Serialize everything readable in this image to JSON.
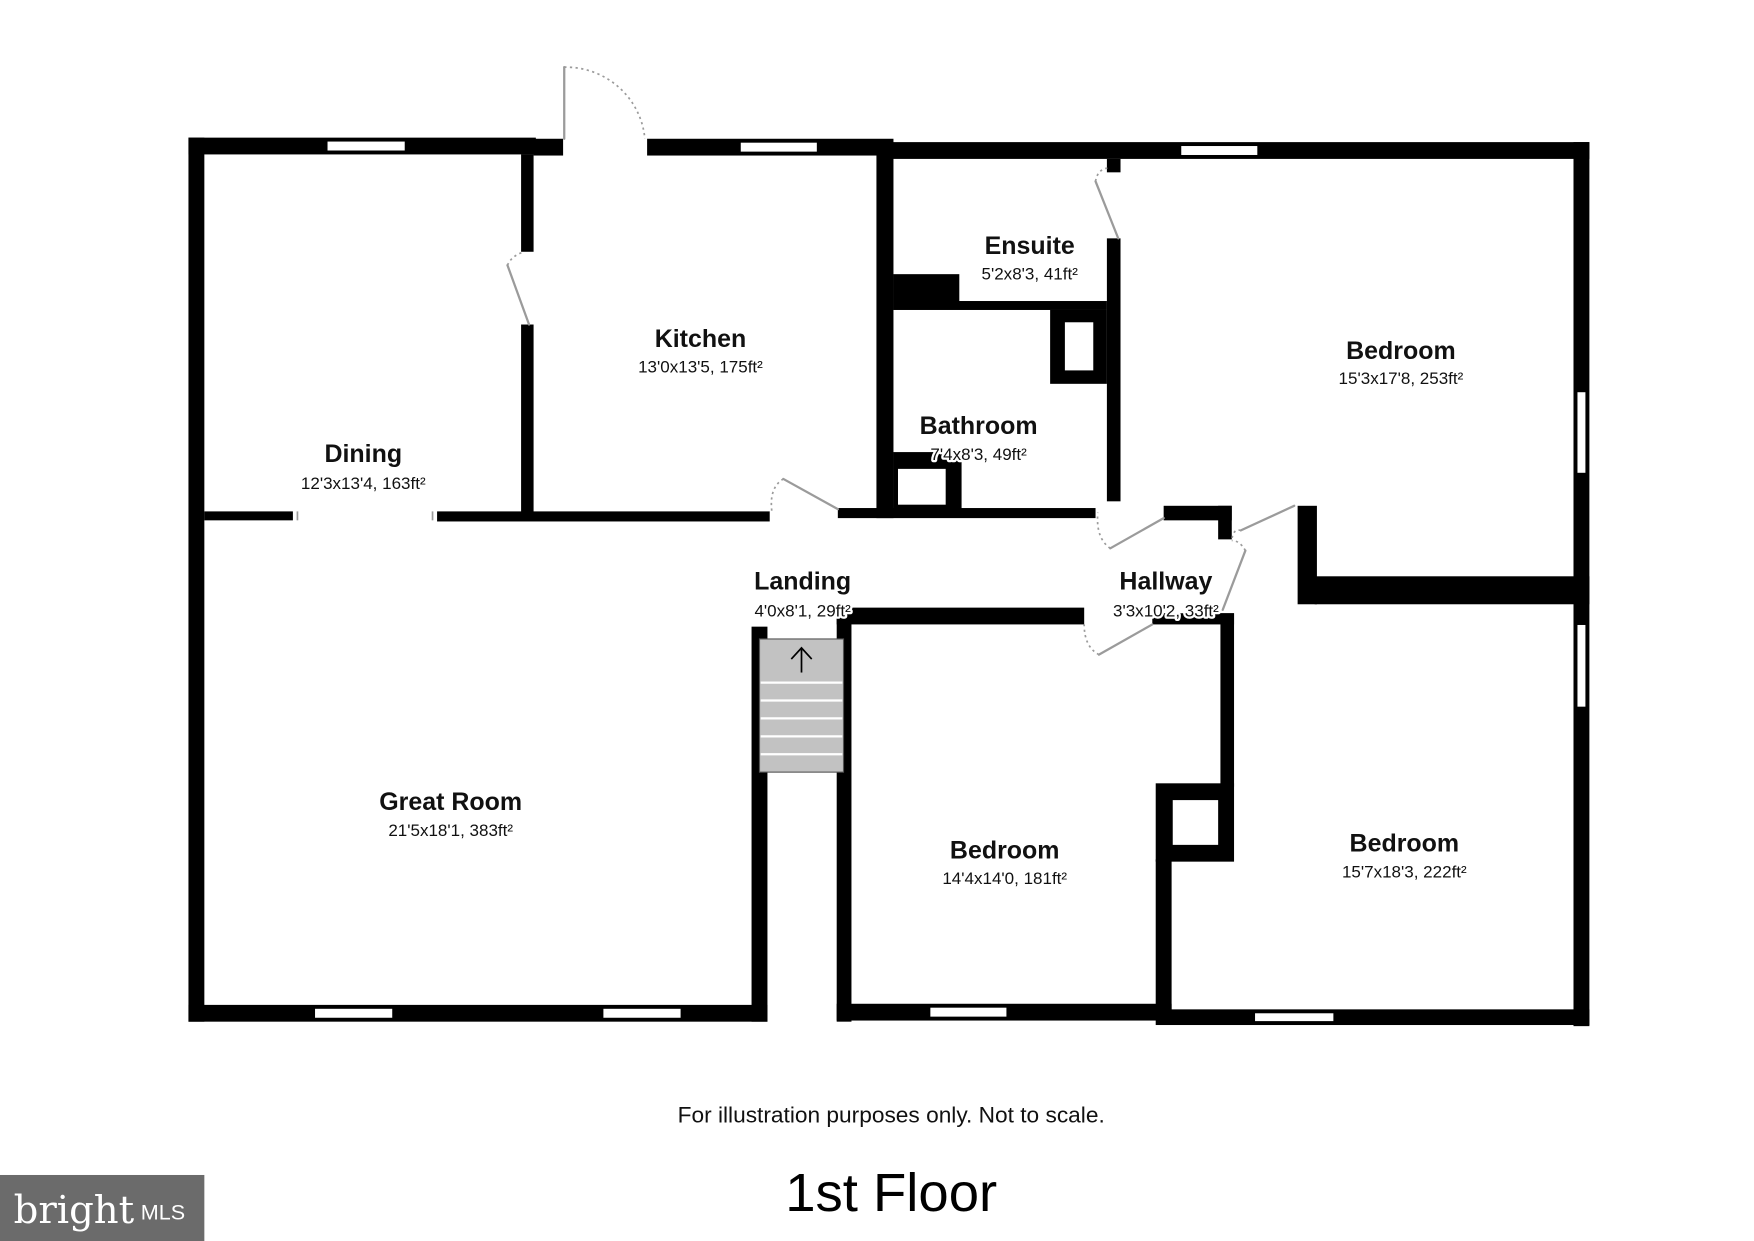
{
  "plan": {
    "rooms": [
      {
        "name": "Dining",
        "dims": "12'3x13'4, 163ft²"
      },
      {
        "name": "Kitchen",
        "dims": "13'0x13'5, 175ft²"
      },
      {
        "name": "Ensuite",
        "dims": "5'2x8'3, 41ft²"
      },
      {
        "name": "Bathroom",
        "dims": "7'4x8'3, 49ft²"
      },
      {
        "name": "Bedroom",
        "dims": "15'3x17'8, 253ft²"
      },
      {
        "name": "Landing",
        "dims": "4'0x8'1, 29ft²"
      },
      {
        "name": "Hallway",
        "dims": "3'3x10'2, 33ft²"
      },
      {
        "name": "Great Room",
        "dims": "21'5x18'1, 383ft²"
      },
      {
        "name": "Bedroom",
        "dims": "14'4x14'0, 181ft²"
      },
      {
        "name": "Bedroom",
        "dims": "15'7x18'3, 222ft²"
      }
    ],
    "disclaimer": "For illustration purposes only. Not to scale.",
    "floor_label": "1st Floor"
  },
  "logo": {
    "brand": "bright",
    "suffix": "MLS"
  },
  "icons": {
    "stairs_direction": "up-arrow-icon"
  },
  "colors": {
    "wall": "#000000",
    "window": "#ffffff",
    "door": "#9b9b9b",
    "stairs": "#c2c2c2",
    "text": "#111111",
    "logo_background": "#6b6b6b",
    "logo_text": "#ffffff"
  }
}
